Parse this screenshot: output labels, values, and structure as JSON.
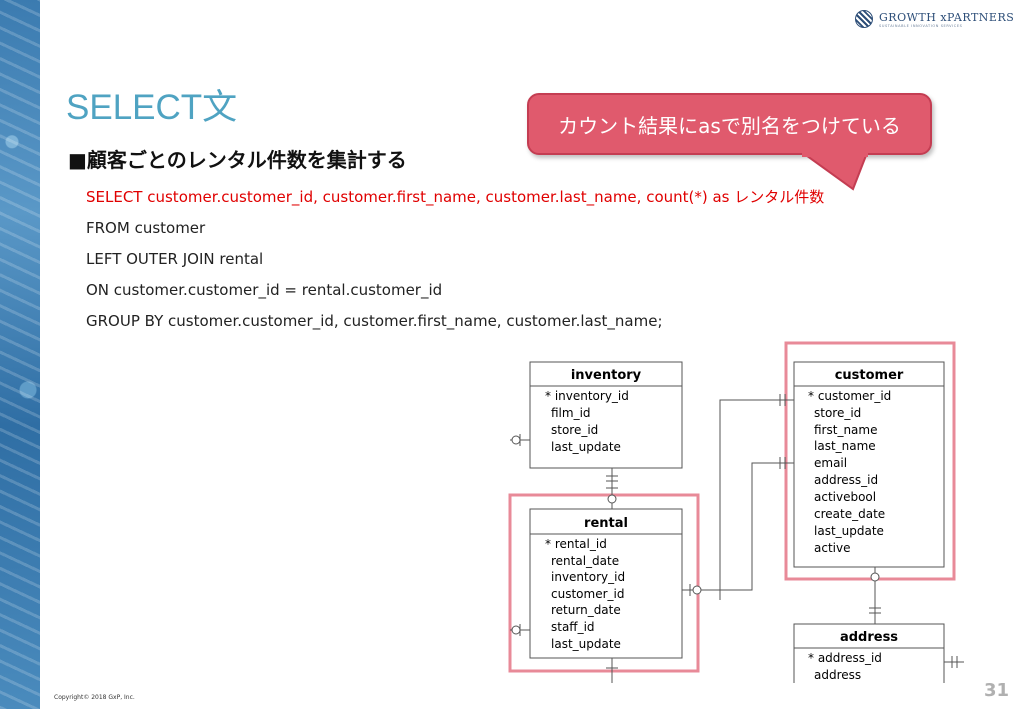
{
  "logo": {
    "name": "GROWTH xPARTNERS",
    "tagline": "SUSTAINABLE INNOVATION SERVICES"
  },
  "title": "SELECT文",
  "subtitle": "■顧客ごとのレンタル件数を集計する",
  "callout": "カウント結果にasで別名をつけている",
  "sql": [
    "SELECT customer.customer_id, customer.first_name, customer.last_name, count(*) as レンタル件数",
    "FROM customer",
    "LEFT OUTER JOIN rental",
    "ON customer.customer_id = rental.customer_id",
    "GROUP BY customer.customer_id, customer.first_name, customer.last_name;"
  ],
  "er": {
    "inventory": {
      "name": "inventory",
      "fields": [
        "* inventory_id",
        "film_id",
        "store_id",
        "last_update"
      ]
    },
    "rental": {
      "name": "rental",
      "fields": [
        "* rental_id",
        "rental_date",
        "inventory_id",
        "customer_id",
        "return_date",
        "staff_id",
        "last_update"
      ]
    },
    "customer": {
      "name": "customer",
      "fields": [
        "* customer_id",
        "store_id",
        "first_name",
        "last_name",
        "email",
        "address_id",
        "activebool",
        "create_date",
        "last_update",
        "active"
      ]
    },
    "address": {
      "name": "address",
      "fields": [
        "* address_id",
        "address"
      ]
    }
  },
  "footer": "Copyright© 2018 GxP, Inc.",
  "page_number": "31",
  "colors": {
    "title": "#4fa3c2",
    "callout": "#e05a6d",
    "highlight": "#e05a6d",
    "sql_highlight": "#e00000"
  }
}
